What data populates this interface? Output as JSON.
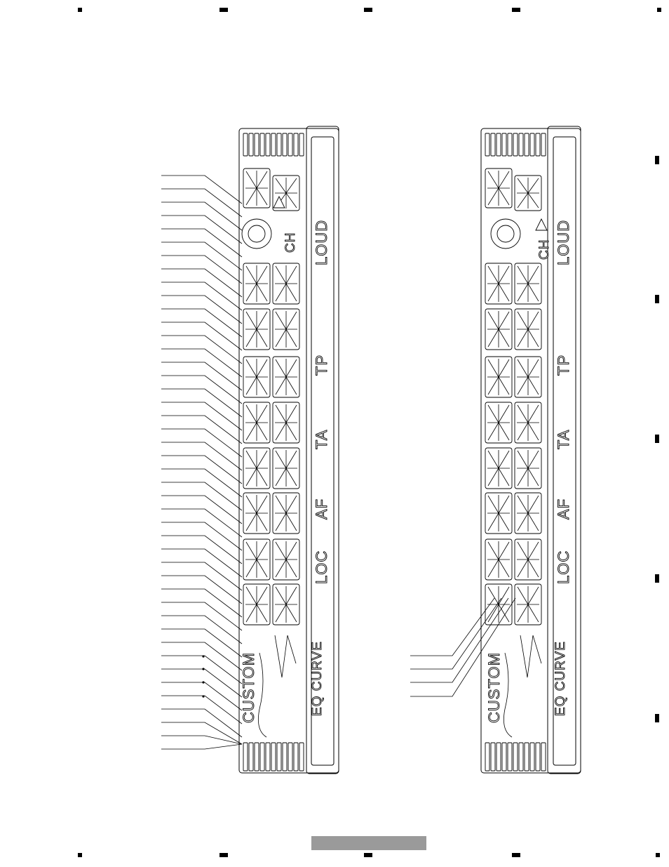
{
  "colors": {
    "line": "#000000",
    "paper": "#ffffff",
    "footer_bar": "#9a9a9a"
  },
  "display_labels": {
    "loud": "LOUD",
    "ch": "CH",
    "tp": "TP",
    "ta": "TA",
    "af": "AF",
    "loc": "LOC",
    "eq_curve": "EQ CURVE",
    "custom": "CUSTOM"
  },
  "icons": [
    "corner-register-mark",
    "side-register-mark",
    "leader-terminal-dot"
  ]
}
